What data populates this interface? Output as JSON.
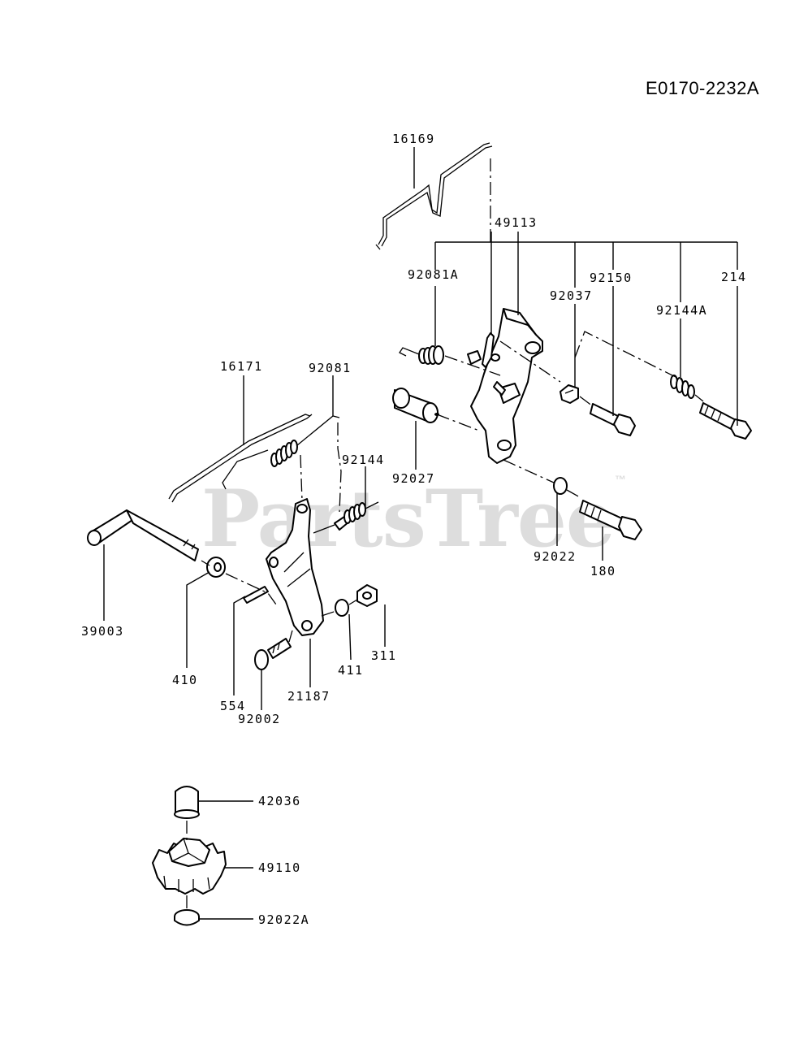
{
  "diagram_code": "E0170-2232A",
  "watermark": {
    "text": "PartsTree",
    "mark": "™"
  },
  "callouts": [
    "16169",
    "49113",
    "92081A",
    "92037",
    "92150",
    "214",
    "92144A",
    "16171",
    "92081",
    "92144",
    "92027",
    "92022",
    "180",
    "39003",
    "410",
    "554",
    "92002",
    "21187",
    "411",
    "311",
    "42036",
    "49110",
    "92022A"
  ]
}
